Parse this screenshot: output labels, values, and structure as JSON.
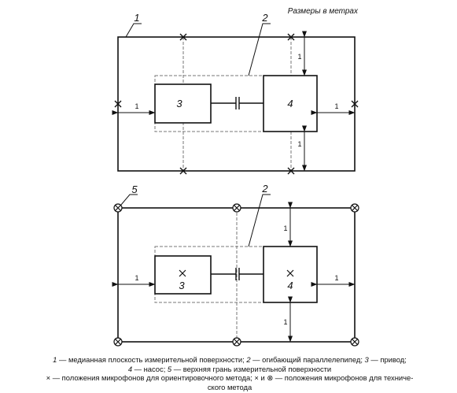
{
  "units_note": "Размеры в метрах",
  "top_view": {
    "outer_label": "1",
    "envelope_label": "2",
    "drive_label": "3",
    "pump_label": "4",
    "dimensions": [
      "1",
      "1",
      "1",
      "1"
    ]
  },
  "bottom_view": {
    "outer_label": "5",
    "envelope_label": "2",
    "drive_label": "3",
    "pump_label": "4",
    "dimensions": [
      "1",
      "1",
      "1",
      "1"
    ]
  },
  "legend": {
    "line1": {
      "n1": "1",
      "t1": " — медианная плоскость измерительной поверхности; ",
      "n2": "2",
      "t2": " — огибающий параллелепипед; ",
      "n3": "3",
      "t3": " — привод;"
    },
    "line2": {
      "n4": "4",
      "t4": " — насос; ",
      "n5": "5",
      "t5": " — верхняя грань измерительной поверхности"
    },
    "line3": "× — положения микрофонов для ориентировочного метода; × и ⊗ — положения микрофонов для техниче-",
    "line4": "ского метода"
  }
}
